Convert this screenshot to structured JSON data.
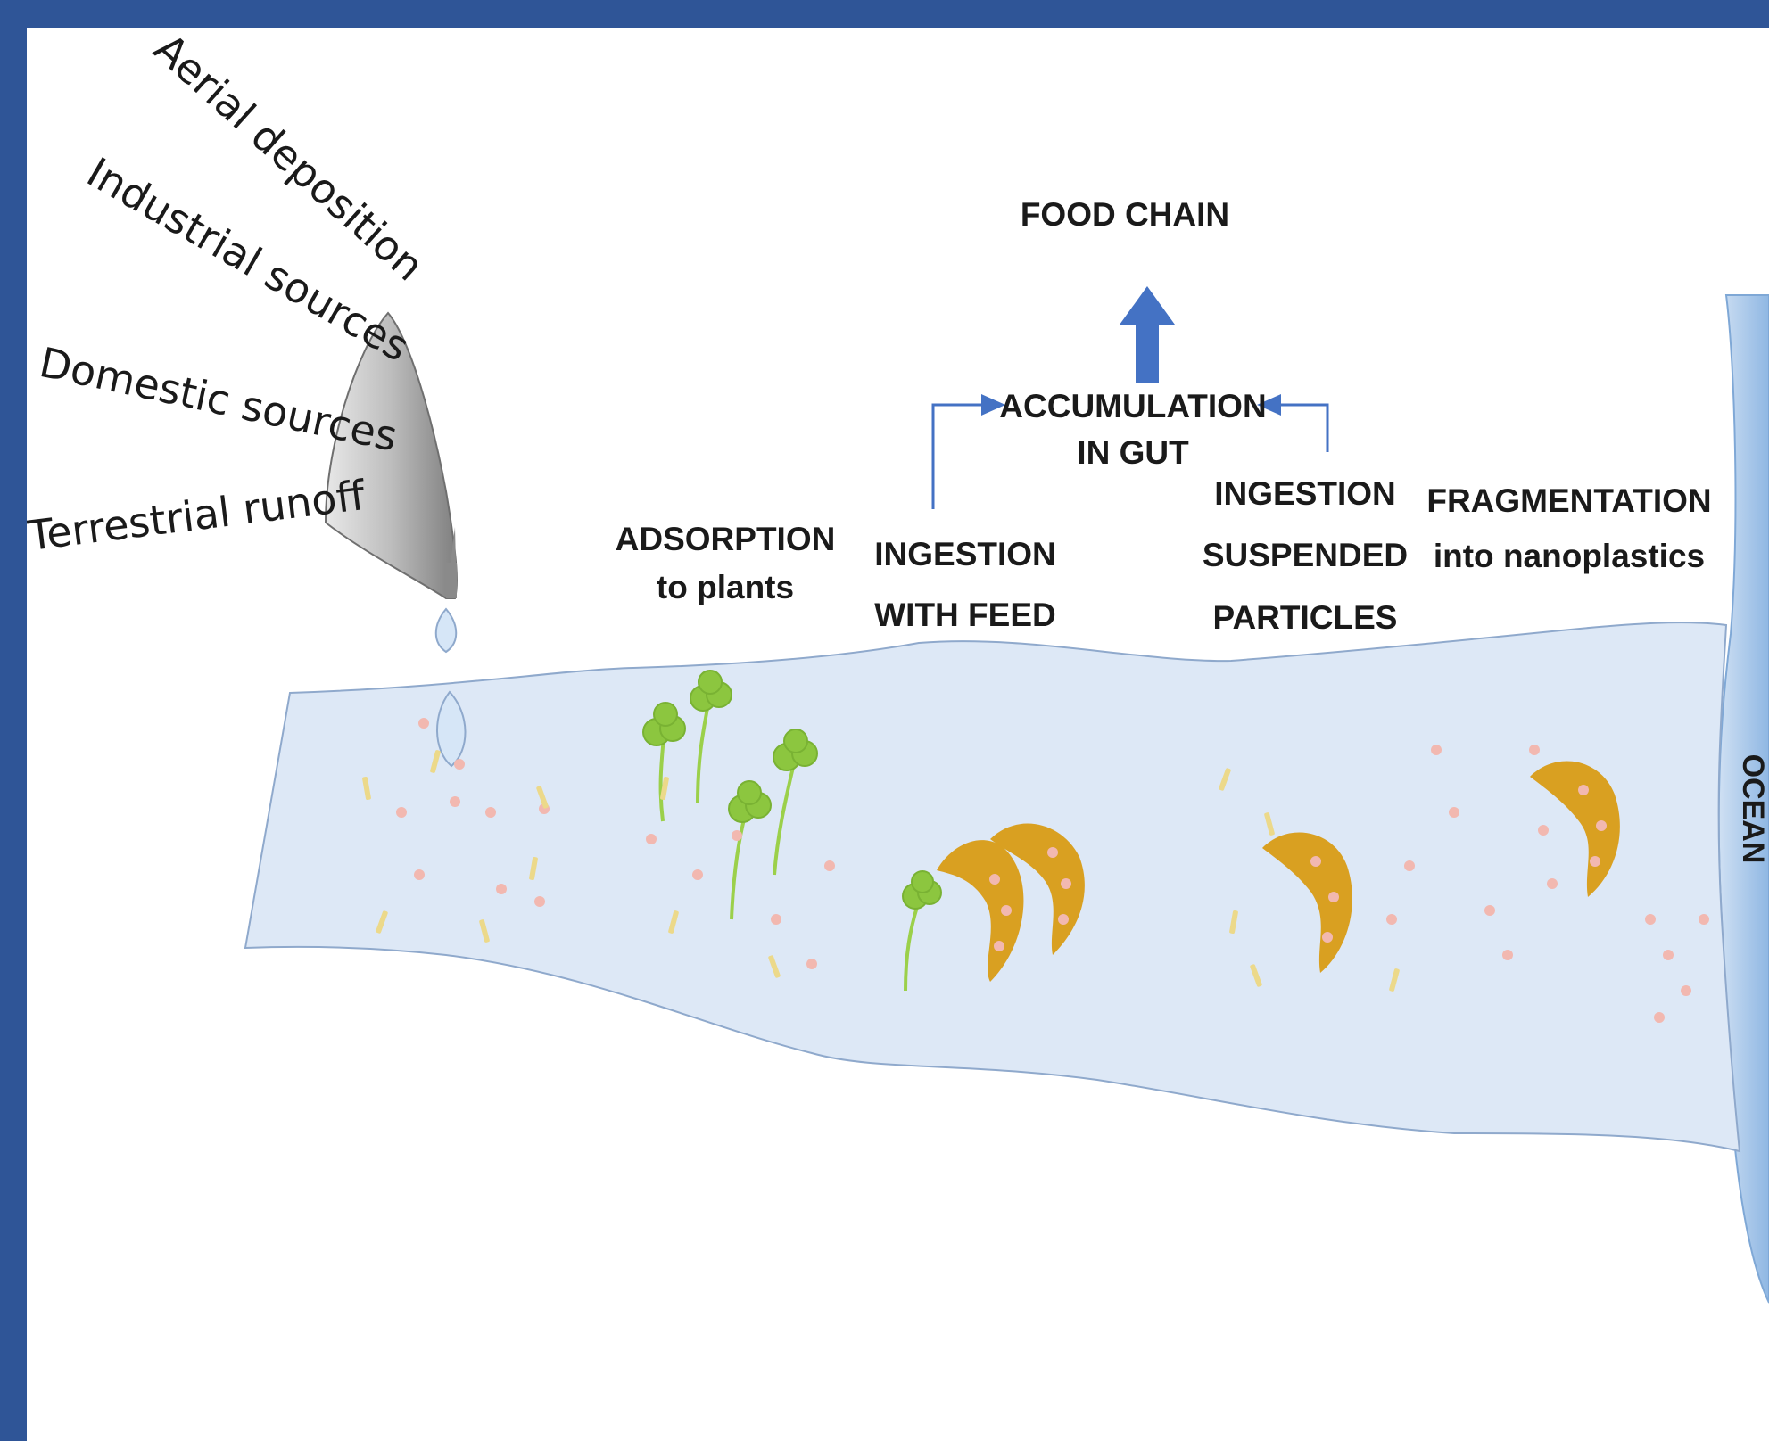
{
  "sources": {
    "aerial": "Aerial deposition",
    "industrial": "Industrial sources",
    "domestic": "Domestic sources",
    "terrestrial": "Terrestrial runoff"
  },
  "processes": {
    "food_chain": "FOOD CHAIN",
    "accumulation_line1": "ACCUMULATION",
    "accumulation_line2": "IN GUT",
    "adsorption_line1": "ADSORPTION",
    "adsorption_line2": "to plants",
    "ingestion_feed_line1": "INGESTION",
    "ingestion_feed_line2": "WITH FEED",
    "ingestion_suspended_line1": "INGESTION",
    "ingestion_suspended_line2": "SUSPENDED",
    "ingestion_suspended_line3": "PARTICLES",
    "fragmentation_line1": "FRAGMENTATION",
    "fragmentation_line2": "into nanoplastics"
  },
  "ocean": "OCEAN",
  "colors": {
    "frame": "#2f5597",
    "river": "#dde8f6",
    "ocean": "#9fc3e8",
    "arrow": "#4472c4",
    "plant": "#8cc63f",
    "organism": "#d9a021",
    "particle_pink": "#f2b8b0",
    "particle_yellow": "#ecd98a",
    "funnel": "#a6a6a6"
  },
  "icons": [
    "funnel-icon",
    "water-drop-icon",
    "plant-icon",
    "amphipod-icon",
    "microplastic-particle-icon"
  ]
}
